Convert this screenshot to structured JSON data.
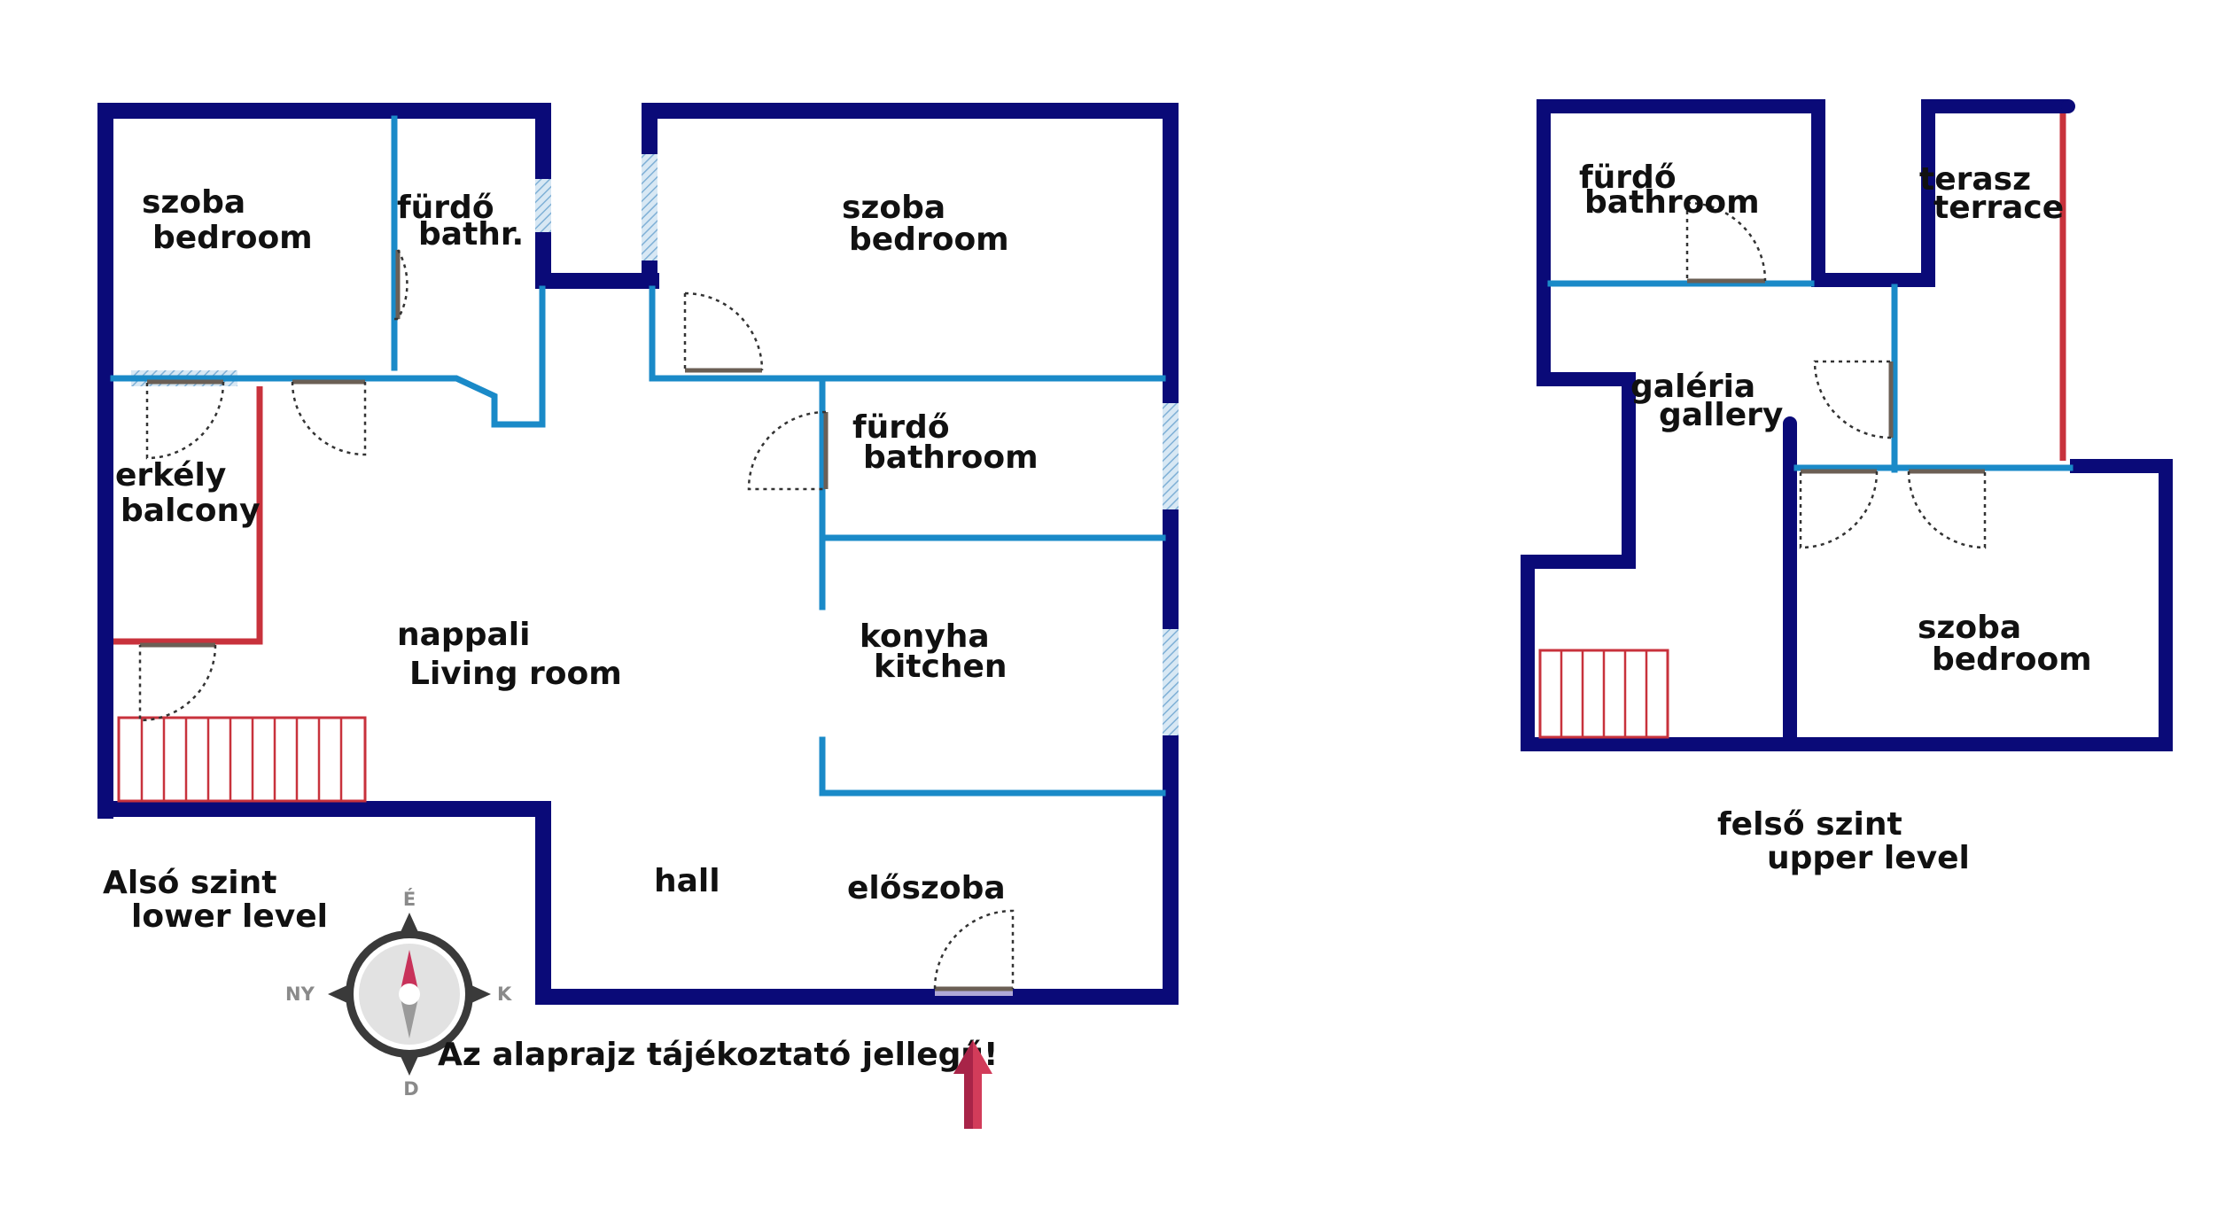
{
  "lower_level": {
    "title": "Alsó szint",
    "title_en": "lower level",
    "rooms": [
      {
        "hu": "szoba",
        "en": "bedroom"
      },
      {
        "hu": "fürdő",
        "en": "bathr."
      },
      {
        "hu": "szoba",
        "en": "bedroom"
      },
      {
        "hu": "erkély",
        "en": "balcony"
      },
      {
        "hu": "fürdő",
        "en": "bathroom"
      },
      {
        "hu": "nappali",
        "en": "Living room"
      },
      {
        "hu": "konyha",
        "en": "kitchen"
      },
      {
        "hu": "hall"
      },
      {
        "hu": "előszoba"
      }
    ]
  },
  "upper_level": {
    "title": "felső szint",
    "title_en": "upper level",
    "rooms": [
      {
        "hu": "fürdő",
        "en": "bathroom"
      },
      {
        "hu": "terasz",
        "en": "terrace"
      },
      {
        "hu": "galéria",
        "en": "gallery"
      },
      {
        "hu": "szoba",
        "en": "bedroom"
      }
    ]
  },
  "disclaimer": "Az alaprajz tájékoztató jellegű!",
  "compass": {
    "north": "É",
    "south": "D",
    "west": "NY",
    "east": "K"
  },
  "colors": {
    "exterior_wall": "#0a0a78",
    "partition_wall": "#1a8ac8",
    "railing": "#c8323c",
    "window": "#a8cce8",
    "entrance_arrow": "#d23c5a"
  },
  "icons": {
    "compass": "compass-icon",
    "entrance": "entrance-arrow-icon"
  }
}
